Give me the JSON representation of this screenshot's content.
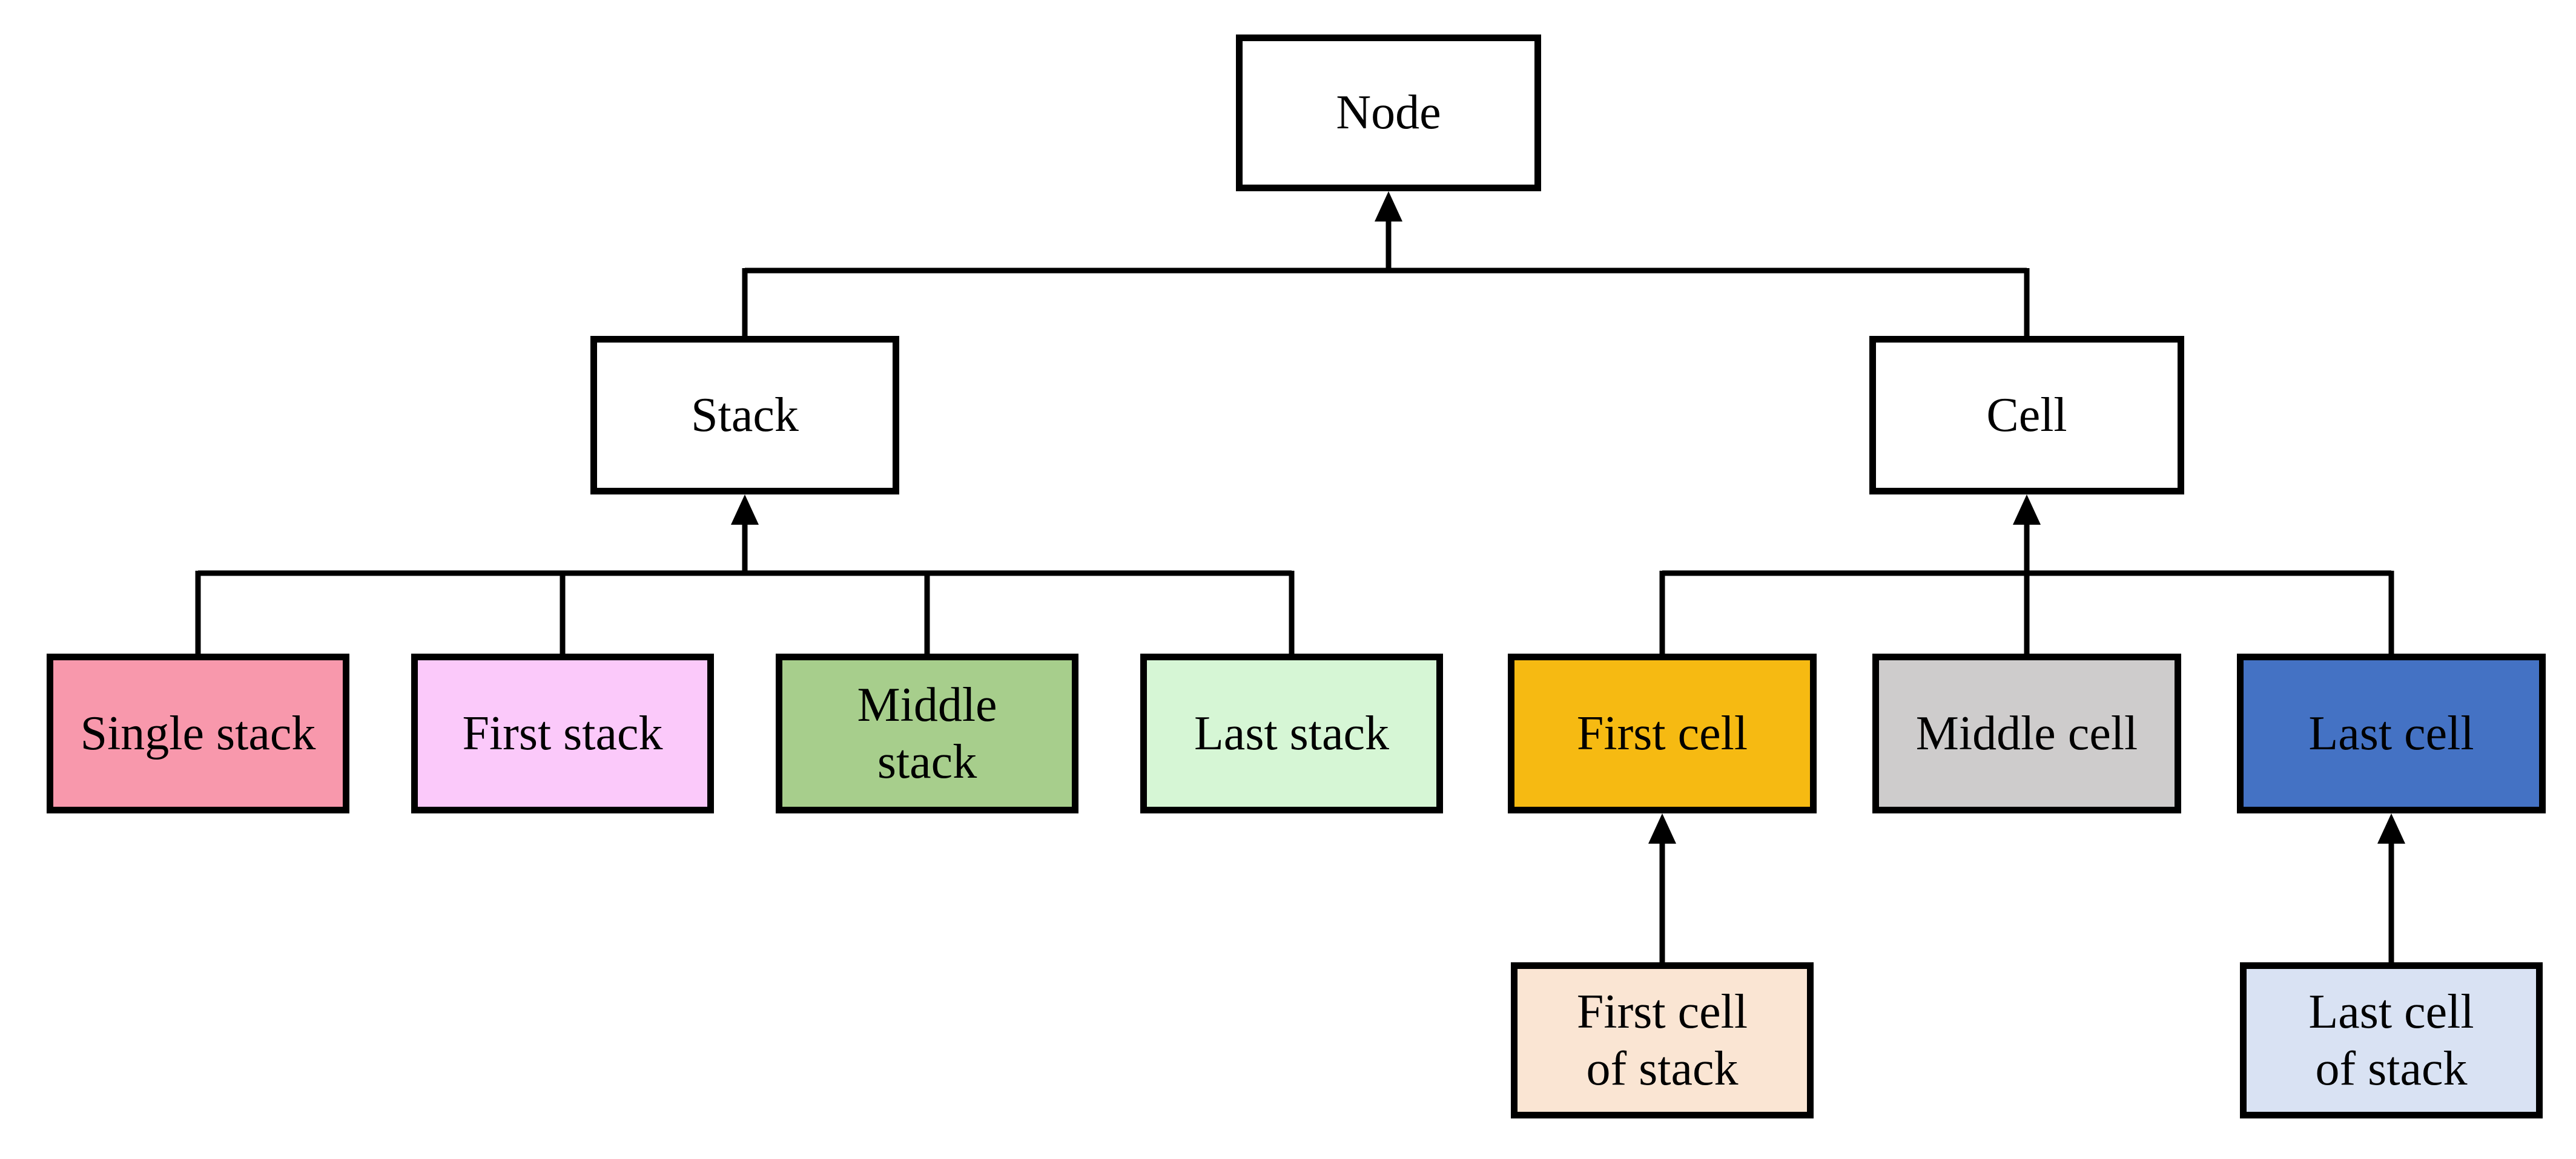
{
  "figure": {
    "type": "hierarchy-diagram",
    "background": "#ffffff",
    "line_color": "#000000",
    "border_color": "#000000",
    "text_color": "#000000",
    "nodes": {
      "node": {
        "label": "Node",
        "fill": "#ffffff"
      },
      "stack": {
        "label": "Stack",
        "fill": "#ffffff"
      },
      "cell": {
        "label": "Cell",
        "fill": "#ffffff"
      },
      "single_stack": {
        "label": "Single stack",
        "fill": "#f898ac"
      },
      "first_stack": {
        "label": "First stack",
        "fill": "#fbc9fa"
      },
      "middle_stack": {
        "label": "Middle\nstack",
        "fill": "#a7ce8c"
      },
      "last_stack": {
        "label": "Last stack",
        "fill": "#d6f6d5"
      },
      "first_cell": {
        "label": "First cell",
        "fill": "#f6ba12"
      },
      "middle_cell": {
        "label": "Middle cell",
        "fill": "#cecccc"
      },
      "last_cell": {
        "label": "Last cell",
        "fill": "#4472c4"
      },
      "first_cell_of_stack": {
        "label": "First cell\nof stack",
        "fill": "#fae5d3"
      },
      "last_cell_of_stack": {
        "label": "Last cell\nof stack",
        "fill": "#d9e2f3"
      }
    },
    "edges": [
      {
        "from": "stack",
        "to": "node",
        "arrow": "up"
      },
      {
        "from": "cell",
        "to": "node",
        "arrow": "up"
      },
      {
        "from": "single_stack",
        "to": "stack",
        "arrow": "up"
      },
      {
        "from": "first_stack",
        "to": "stack",
        "arrow": "up"
      },
      {
        "from": "middle_stack",
        "to": "stack",
        "arrow": "up"
      },
      {
        "from": "last_stack",
        "to": "stack",
        "arrow": "up"
      },
      {
        "from": "first_cell",
        "to": "cell",
        "arrow": "up"
      },
      {
        "from": "middle_cell",
        "to": "cell",
        "arrow": "up"
      },
      {
        "from": "last_cell",
        "to": "cell",
        "arrow": "up"
      },
      {
        "from": "first_cell_of_stack",
        "to": "first_cell",
        "arrow": "up"
      },
      {
        "from": "last_cell_of_stack",
        "to": "last_cell",
        "arrow": "up"
      }
    ]
  }
}
